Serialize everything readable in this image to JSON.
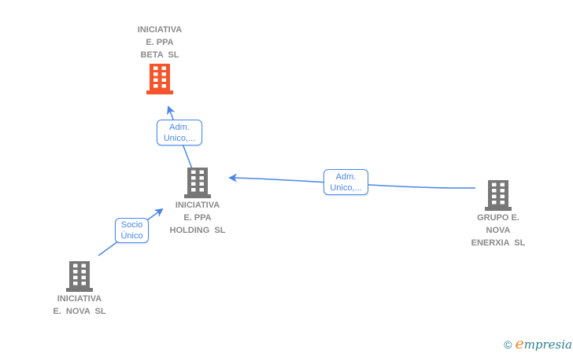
{
  "colors": {
    "edge_blue": "#4a86e8",
    "company_text": "#8a8a8a",
    "building_gray": "#777777",
    "building_orange": "#f4552a",
    "brand_teal": "#2d7f90",
    "brand_orange": "#f08229"
  },
  "nodes": [
    {
      "id": "beta",
      "lines": [
        "INICIATIVA",
        "E. PPA",
        "BETA  SL"
      ]
    },
    {
      "id": "holding",
      "lines": [
        "INICIATIVA",
        "E. PPA",
        "HOLDING  SL"
      ]
    },
    {
      "id": "enerxia",
      "lines": [
        "GRUPO E.",
        "NOVA",
        "ENERXIA  SL"
      ]
    },
    {
      "id": "nova",
      "lines": [
        "INICIATIVA",
        "E.  NOVA  SL"
      ]
    }
  ],
  "edges": [
    {
      "from": "holding",
      "to": "beta",
      "label_lines": [
        "Adm.",
        "Unico,..."
      ]
    },
    {
      "from": "enerxia",
      "to": "holding",
      "label_lines": [
        "Adm.",
        "Unico,..."
      ]
    },
    {
      "from": "nova",
      "to": "holding",
      "label_lines": [
        "Socio",
        "Único"
      ]
    }
  ],
  "watermark": {
    "copyright": "©",
    "brand_first": "e",
    "brand_rest": "mpresia"
  }
}
